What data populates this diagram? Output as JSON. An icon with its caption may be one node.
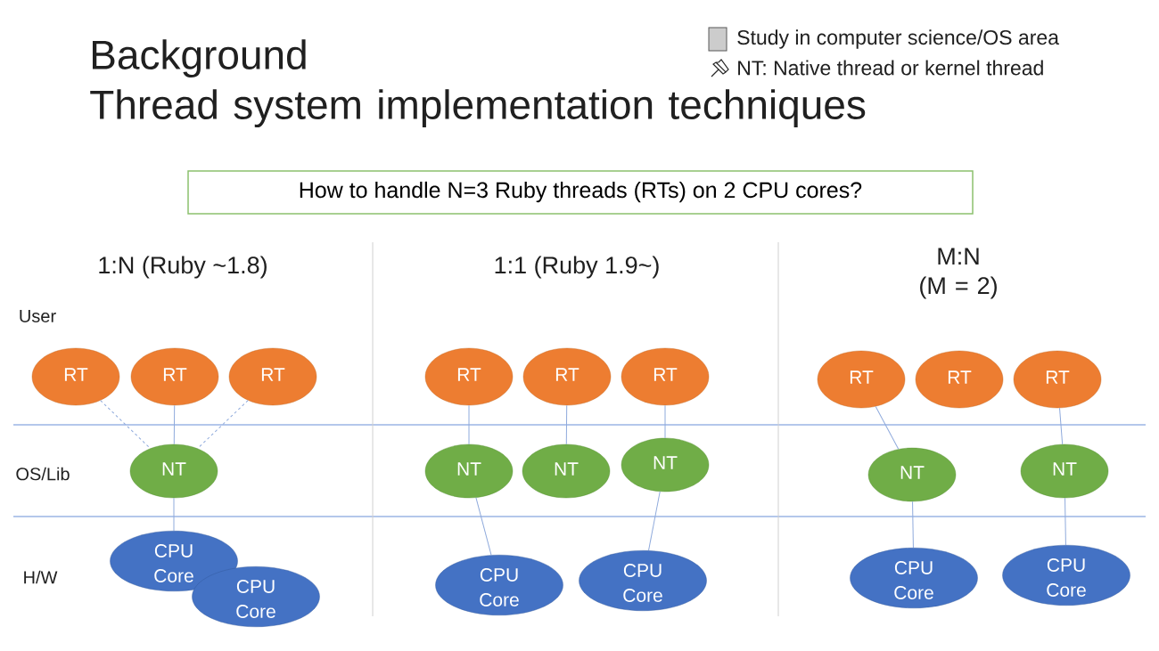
{
  "diagram": {
    "title": "Background Thread system implementation techniques",
    "nodes": [
      {
        "text": [
          "How to handle N=3 Ruby threads (RTs) on 2 CPU cores?"
        ]
      },
      {
        "text": [
          "RT"
        ]
      },
      {
        "text": [
          "RT"
        ]
      },
      {
        "text": [
          "RT"
        ]
      },
      {
        "text": [
          "NT"
        ]
      },
      {
        "text": [
          "CPU Core"
        ]
      },
      {
        "text": [
          "CPU Core"
        ]
      },
      {
        "text": [
          "RT"
        ]
      },
      {
        "text": [
          "RT"
        ]
      },
      {
        "text": [
          "RT"
        ]
      },
      {
        "text": [
          "NT"
        ]
      },
      {
        "text": [
          "NT"
        ]
      },
      {
        "text": [
          "NT"
        ]
      },
      {
        "text": [
          "CPU Core"
        ]
      },
      {
        "text": [
          "CPU Core"
        ]
      },
      {
        "text": [
          "RT"
        ]
      },
      {
        "text": [
          "RT"
        ]
      },
      {
        "text": [
          "RT"
        ]
      },
      {
        "text": [
          "NT"
        ]
      },
      {
        "text": [
          "NT"
        ]
      },
      {
        "text": [
          "CPU Core"
        ]
      },
      {
        "text": [
          "CPU Core"
        ]
      }
    ],
    "edges": [
      {
        "from": 1,
        "to": 4,
        "arrow": "none",
        "style": "dashed"
      },
      {
        "from": 2,
        "to": 4,
        "arrow": "none"
      },
      {
        "from": 3,
        "to": 4,
        "arrow": "none",
        "style": "dashed"
      },
      {
        "from": 4,
        "to": 5,
        "arrow": "none"
      },
      {
        "from": 7,
        "to": 10,
        "arrow": "none"
      },
      {
        "from": 8,
        "to": 11,
        "arrow": "none"
      },
      {
        "from": 9,
        "to": 12,
        "arrow": "none"
      },
      {
        "from": 10,
        "to": 13,
        "arrow": "none"
      },
      {
        "from": 12,
        "to": 14,
        "arrow": "none"
      },
      {
        "from": 15,
        "to": 18,
        "arrow": "none"
      },
      {
        "from": 17,
        "to": 19,
        "arrow": "none"
      },
      {
        "from": 18,
        "to": 20,
        "arrow": "none"
      },
      {
        "from": 19,
        "to": 21,
        "arrow": "none"
      }
    ],
    "labels": [
      "Study in computer science/OS area",
      "NT: Native thread or kernel thread",
      "1:N (Ruby ~1.8)",
      "1:1 (Ruby 1.9~)",
      "M:N (M = 2)",
      "User",
      "OS/Lib",
      "H/W"
    ]
  }
}
